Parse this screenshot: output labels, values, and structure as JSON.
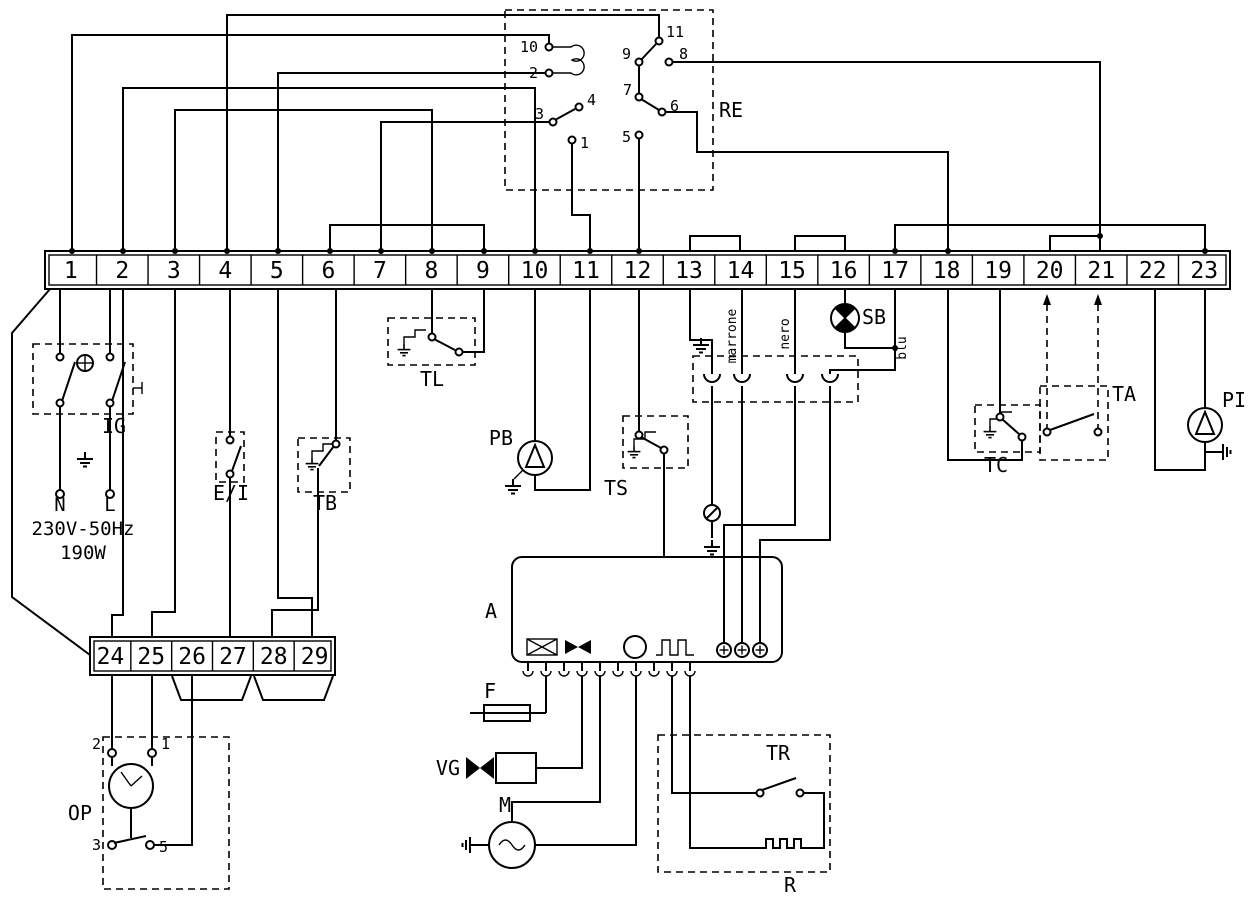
{
  "diagram": {
    "strip_top": {
      "labels": [
        "1",
        "2",
        "3",
        "4",
        "5",
        "6",
        "7",
        "8",
        "9",
        "10",
        "11",
        "12",
        "13",
        "14",
        "15",
        "16",
        "17",
        "18",
        "19",
        "20",
        "21",
        "22",
        "23"
      ]
    },
    "strip_bottom": {
      "labels": [
        "24",
        "25",
        "26",
        "27",
        "28",
        "29"
      ]
    },
    "re": {
      "label": "RE",
      "pins": [
        "10",
        "2",
        "11",
        "9",
        "8",
        "7",
        "6",
        "5",
        "3",
        "4",
        "1"
      ]
    },
    "op": {
      "label": "OP",
      "pins": [
        "2",
        "1",
        "3",
        "5"
      ]
    },
    "mains": {
      "n": "N",
      "l": "L",
      "voltage": "230V-50Hz",
      "power": "190W"
    },
    "components": {
      "ig": "IG",
      "ei": "E/I",
      "tb": "TB",
      "tl": "TL",
      "pb": "PB",
      "ts": "TS",
      "sb": "SB",
      "tc": "TC",
      "ta": "TA",
      "pi": "PI",
      "board": "A",
      "fuse": "F",
      "gas_valve": "VG",
      "motor": "M",
      "tr": "TR",
      "r": "R"
    },
    "wire_labels": {
      "brown": "marrone",
      "black": "nero",
      "blue": "blu"
    },
    "colors": {
      "line": "#000000",
      "background": "#ffffff"
    }
  }
}
